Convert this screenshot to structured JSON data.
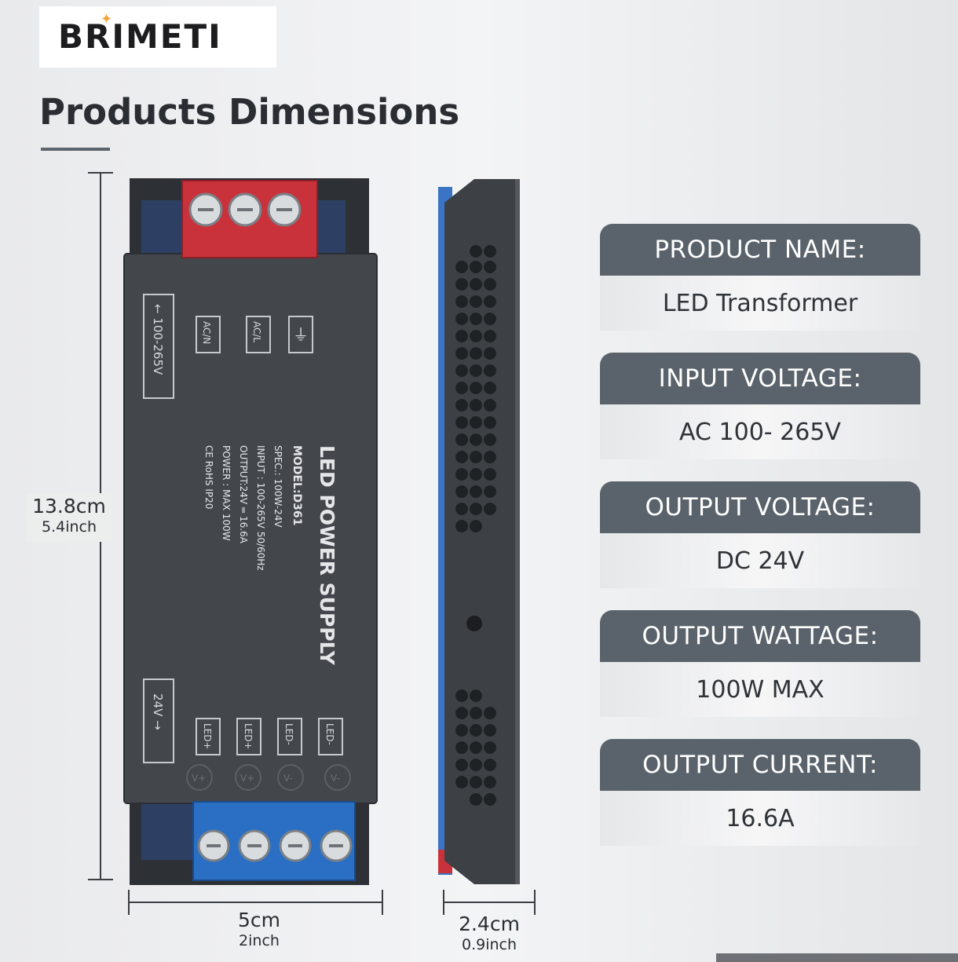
{
  "brand": {
    "name": "BRIMETI"
  },
  "headline": "Products Dimensions",
  "device_front": {
    "input_label": "← 100-265V",
    "output_label": "24V →",
    "top_terminals": [
      "AC/N",
      "AC/L",
      "⏚"
    ],
    "bottom_terminals": [
      "LED+",
      "LED+",
      "LED-",
      "LED-"
    ],
    "bottom_marks": [
      "V+",
      "V+",
      "V-",
      "V-"
    ],
    "title": "LED POWER SUPPLY",
    "model": "MODEL:D361",
    "spec": "SPEC.: 100W-24V",
    "input": "INPUT : 100-265V 50/60Hz",
    "output": "OUTPUT:24V ═ 16.6A",
    "power": "POWER : MAX 100W",
    "certs": "CE RoHS  IP20"
  },
  "dimensions": {
    "height_cm": "13.8cm",
    "height_inch": "5.4inch",
    "width_cm": "5cm",
    "width_inch": "2inch",
    "depth_cm": "2.4cm",
    "depth_inch": "0.9inch"
  },
  "specs": [
    {
      "label": "PRODUCT NAME:",
      "value": "LED Transformer"
    },
    {
      "label": "INPUT VOLTAGE:",
      "value": "AC 100- 265V"
    },
    {
      "label": "OUTPUT VOLTAGE:",
      "value": "DC 24V"
    },
    {
      "label": "OUTPUT WATTAGE:",
      "value": "100W MAX"
    },
    {
      "label": "OUTPUT CURRENT:",
      "value": "16.6A"
    }
  ],
  "colors": {
    "housing": "#43474c",
    "input_terminal": "#c9323b",
    "output_terminal": "#2a6fc4",
    "spec_header": "#5a636b"
  }
}
